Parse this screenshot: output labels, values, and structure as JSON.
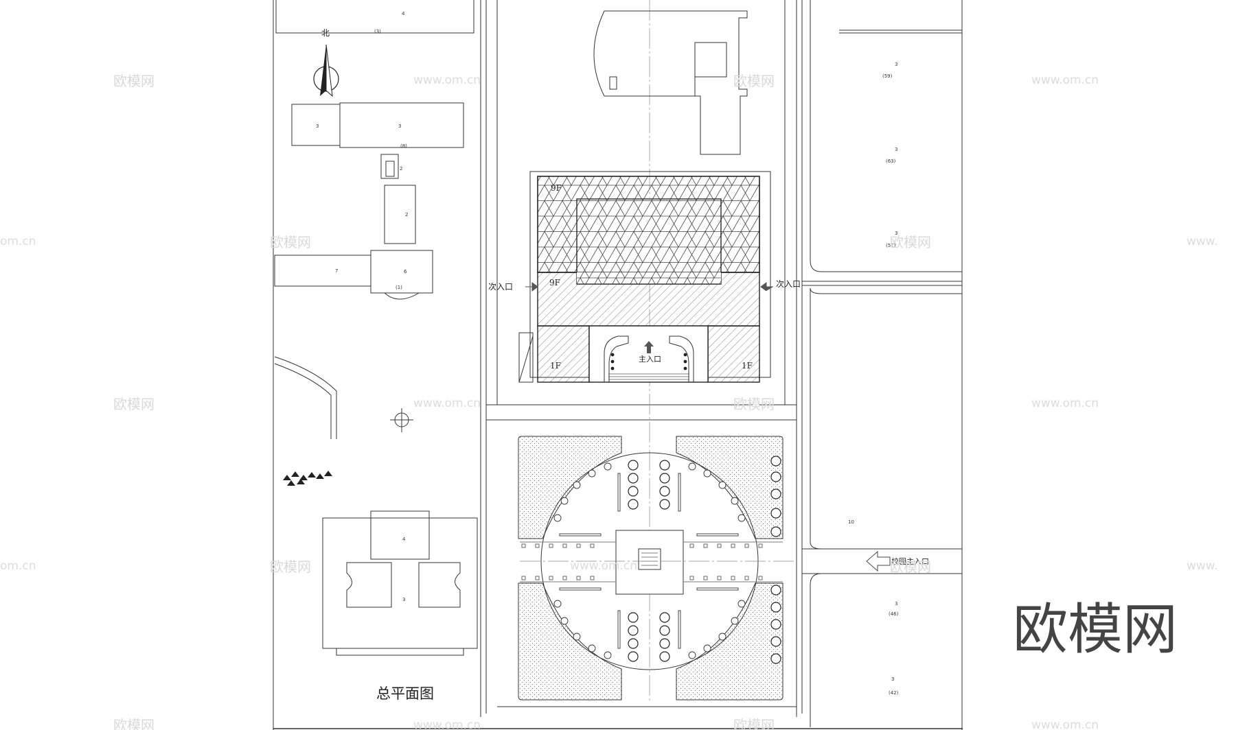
{
  "drawing": {
    "title": "总平面图",
    "north_label": "北",
    "brand": "欧模网",
    "watermark_text": "欧模网",
    "watermark_url": "www.om.cn",
    "watermark_url_partial": "om.cn",
    "watermark_url_clip": "www.",
    "labels": {
      "secondary_entrance_left": "次入口",
      "secondary_entrance_right": "次入口",
      "main_entrance": "主入口",
      "campus_main_entrance": "校园主入口",
      "floor_9f_top": "9F",
      "floor_9f_mid": "9F",
      "floor_1f_left": "1F",
      "floor_1f_right": "1F"
    },
    "building_tags": [
      "4",
      "(3)",
      "3",
      "3",
      "(8)",
      "2",
      "2",
      "(1)",
      "7",
      "6",
      "4",
      "3",
      "3",
      "(59)",
      "3",
      "(63)",
      "3",
      "(52)",
      "3",
      "(46)",
      "3",
      "(42)",
      "10"
    ]
  }
}
